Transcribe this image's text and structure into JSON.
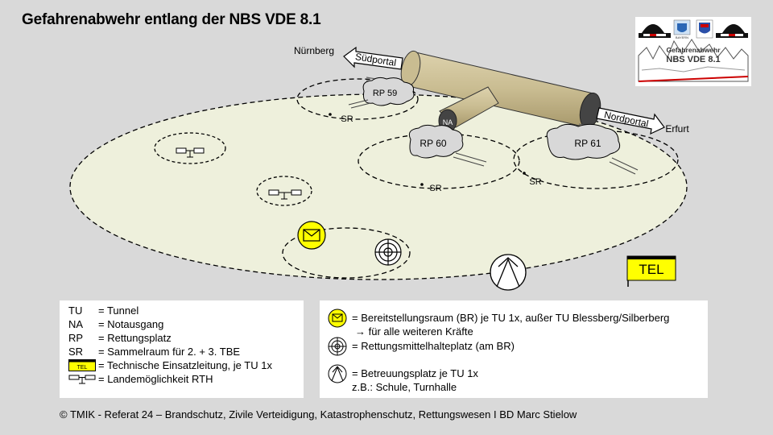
{
  "title": "Gefahrenabwehr entlang der NBS VDE 8.1",
  "logo": {
    "text_line1": "Gefahrenabwehr",
    "text_line2": "NBS VDE 8.1",
    "small_text": "BAYERN"
  },
  "diagram": {
    "nuernberg": "Nürnberg",
    "erfurt": "Erfurt",
    "suedportal": "Südportal",
    "nordportal": "Nordportal",
    "rp59": "RP 59",
    "rp60": "RP 60",
    "rp61": "RP 61",
    "na": "NA",
    "sr1": "SR",
    "sr2": "SR",
    "sr3": "SR",
    "tel": "TEL"
  },
  "legend_left": [
    {
      "abbr": "TU",
      "def": "= Tunnel"
    },
    {
      "abbr": "NA",
      "def": "= Notausgang"
    },
    {
      "abbr": "RP",
      "def": "= Rettungsplatz"
    },
    {
      "abbr": "SR",
      "def": "= Sammelraum  für 2. + 3. TBE"
    },
    {
      "abbr": "",
      "def": "= Technische Einsatzleitung,  je TU 1x",
      "icon_text": "TEL"
    },
    {
      "abbr": "",
      "def": "= Landemöglichkeit RTH"
    }
  ],
  "legend_right": {
    "bereitstellung": "= Bereitstellungsraum  (BR) je TU 1x, außer TU Blessberg/Silberberg",
    "bereitstellung_sub": "→ für alle weiteren Kräfte",
    "rettungsmittel": "= Rettungsmittelhalteplatz (am BR)",
    "betreuung": "= Betreuungsplatz  je TU 1x",
    "betreuung_sub": "z.B.: Schule, Turnhalle"
  },
  "footer": "© TMIK  - Referat 24 – Brandschutz, Zivile Verteidigung,  Katastrophenschutz, Rettungswesen  I  BD Marc Stielow",
  "colors": {
    "background": "#d9d9d9",
    "field": "#eef0dc",
    "tunnel": "#cbbd93",
    "yellow": "#ffff00",
    "rp_fill": "#d8d8d8"
  }
}
